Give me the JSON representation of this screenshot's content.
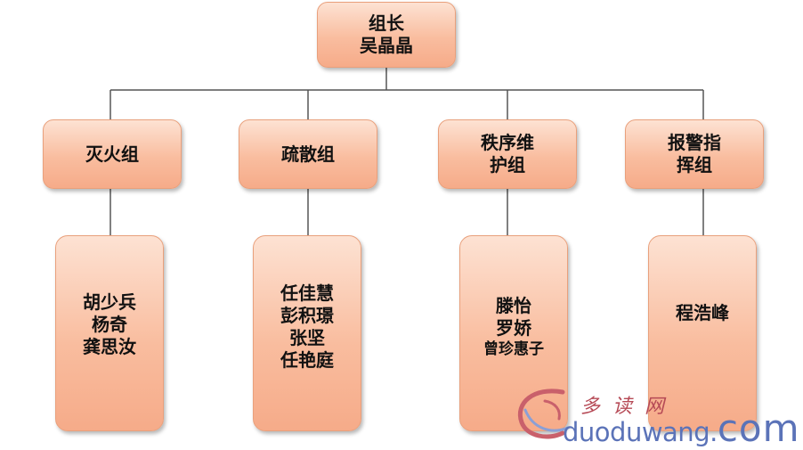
{
  "root": {
    "lines": [
      "组长",
      "吴晶晶"
    ]
  },
  "groups": [
    {
      "title_lines": [
        "灭火组"
      ],
      "members": [
        "胡少兵",
        "杨奇",
        "龚思汝"
      ]
    },
    {
      "title_lines": [
        "疏散组"
      ],
      "members": [
        "任佳慧",
        "彭积璟",
        "张坚",
        "任艳庭"
      ]
    },
    {
      "title_lines": [
        "秩序维",
        "护组"
      ],
      "members": [
        "滕怡",
        "罗娇",
        "曾珍惠子"
      ]
    },
    {
      "title_lines": [
        "报警指",
        "挥组"
      ],
      "members": [
        "程浩峰"
      ]
    }
  ],
  "watermark": {
    "cn_text": "多读网",
    "url_text": "duoduwang.",
    "url_tld": "com"
  },
  "colors": {
    "box_top": "#fde2d3",
    "box_bottom": "#f6ab89",
    "box_border": "#e9a07c",
    "connector": "#555555",
    "watermark_red": "#b64a56",
    "watermark_blue": "#5b73b8"
  }
}
